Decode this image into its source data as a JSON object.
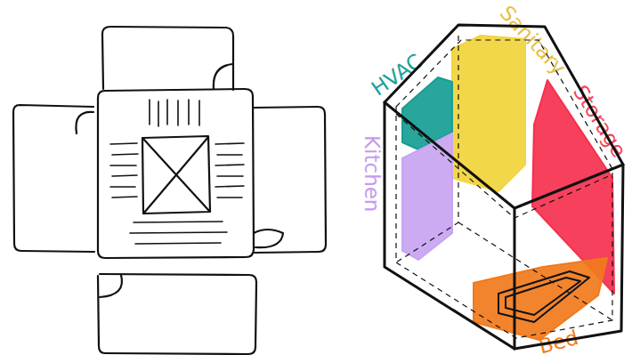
{
  "diagram": {
    "nodes": [
      {
        "text": [
          "Sanitary"
        ]
      },
      {
        "text": [
          "HVAC"
        ]
      },
      {
        "text": [
          "Storage"
        ]
      },
      {
        "text": [
          "Kitchen"
        ]
      },
      {
        "text": [
          "Bed"
        ]
      }
    ]
  }
}
